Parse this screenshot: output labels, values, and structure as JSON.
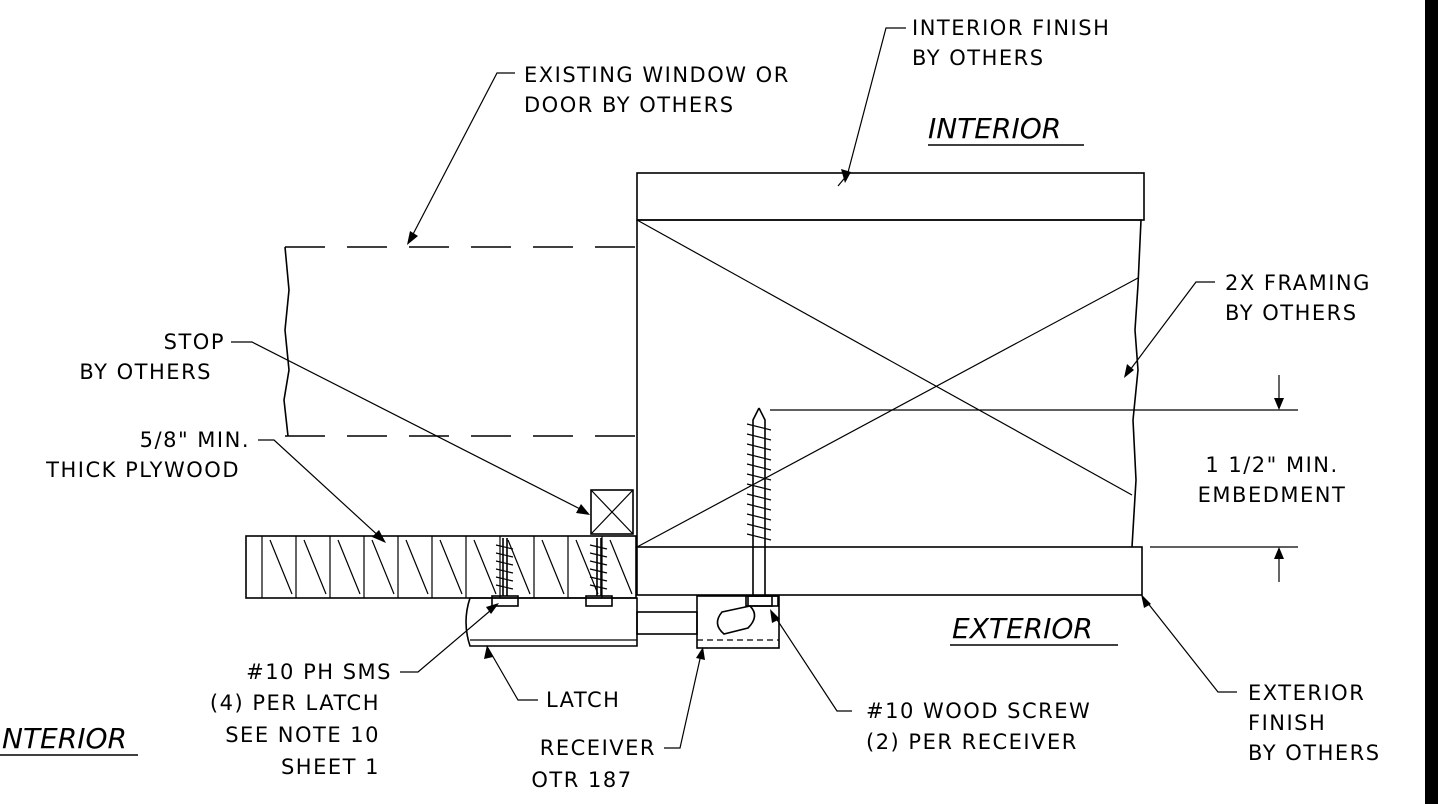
{
  "zones": {
    "interior_top": "INTERIOR",
    "exterior": "EXTERIOR",
    "interior_left": "NTERIOR"
  },
  "callouts": {
    "interior_finish": [
      "INTERIOR FINISH",
      "BY OTHERS"
    ],
    "existing_window": [
      "EXISTING WINDOW OR",
      "DOOR BY OTHERS"
    ],
    "framing": [
      "2X FRAMING",
      "BY OTHERS"
    ],
    "stop": [
      "STOP",
      "BY OTHERS"
    ],
    "plywood": [
      "5/8\" MIN.",
      "THICK PLYWOOD"
    ],
    "embedment": [
      "1 1/2\" MIN.",
      "EMBEDMENT"
    ],
    "sms": [
      "#10 PH SMS",
      "(4) PER LATCH",
      "SEE NOTE 10",
      "SHEET 1"
    ],
    "latch": [
      "LATCH"
    ],
    "receiver": [
      "RECEIVER",
      "OTR 187"
    ],
    "wood_screw": [
      "#10 WOOD SCREW",
      "(2) PER RECEIVER"
    ],
    "exterior_finish": [
      "EXTERIOR",
      "FINISH",
      "BY OTHERS"
    ]
  },
  "colors": {
    "ink": "#000000",
    "paper": "#ffffff"
  }
}
